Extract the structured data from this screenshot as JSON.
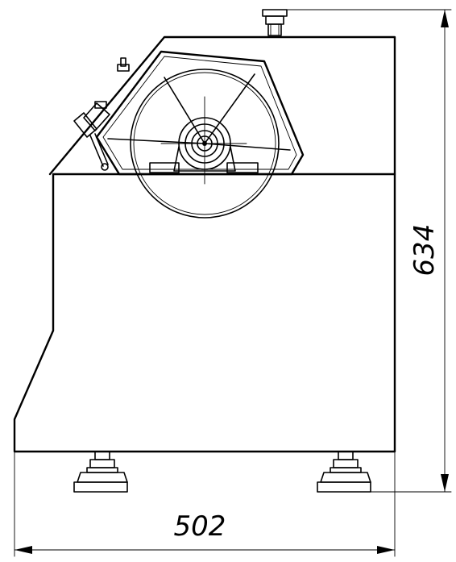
{
  "drawing": {
    "view": "side elevation",
    "dimensions": {
      "width": "502",
      "height": "634"
    }
  }
}
